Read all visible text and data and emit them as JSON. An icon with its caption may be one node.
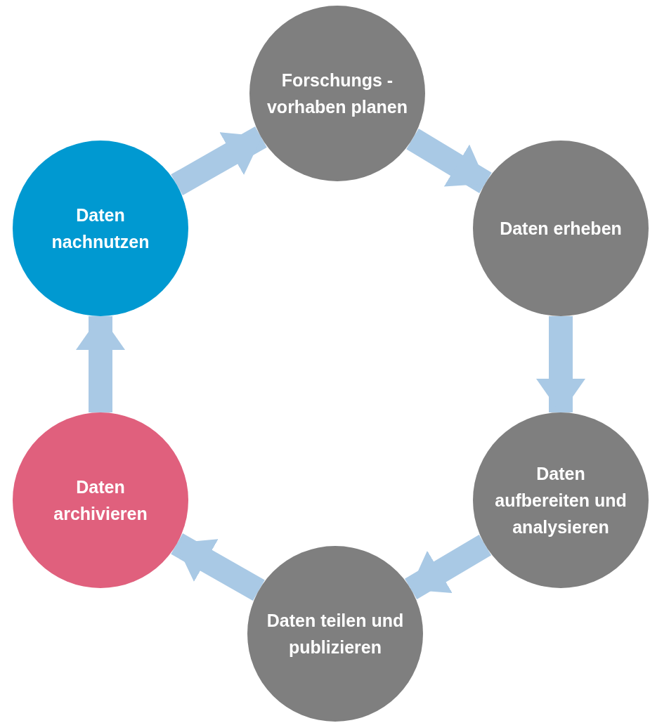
{
  "diagram": {
    "nodes": [
      {
        "text": [
          "Forschungs -vorhaben planen"
        ]
      },
      {
        "text": [
          "Daten erheben"
        ]
      },
      {
        "text": [
          "Daten aufbereiten und analysieren"
        ]
      },
      {
        "text": [
          "Daten teilen und publizieren"
        ]
      },
      {
        "text": [
          "Daten archivieren"
        ]
      },
      {
        "text": [
          "Daten nachnutzen"
        ]
      }
    ],
    "edges": [
      {
        "from": 0,
        "to": 1,
        "arrow": "to"
      },
      {
        "from": 1,
        "to": 2,
        "arrow": "to"
      },
      {
        "from": 2,
        "to": 3,
        "arrow": "to"
      },
      {
        "from": 3,
        "to": 4,
        "arrow": "to"
      },
      {
        "from": 4,
        "to": 5,
        "arrow": "to"
      },
      {
        "from": 5,
        "to": 0,
        "arrow": "to"
      }
    ]
  }
}
